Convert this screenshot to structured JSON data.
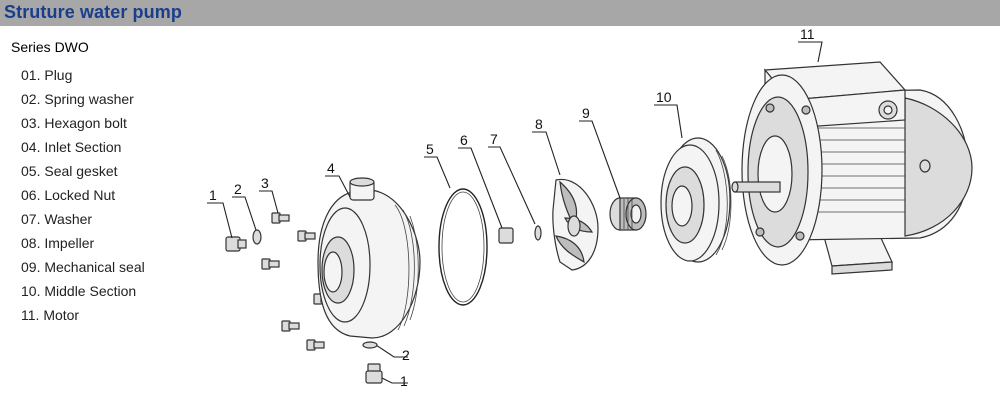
{
  "header": {
    "title": "Struture water pump"
  },
  "series": {
    "title": "Series DWO"
  },
  "parts": [
    {
      "label": "01. Plug"
    },
    {
      "label": "02. Spring washer"
    },
    {
      "label": "03. Hexagon bolt"
    },
    {
      "label": "04. Inlet Section"
    },
    {
      "label": "05. Seal gesket"
    },
    {
      "label": "06. Locked Nut"
    },
    {
      "label": "07. Washer"
    },
    {
      "label": "08. Impeller"
    },
    {
      "label": "09. Mechanical seal"
    },
    {
      "label": "10. Middle Section"
    },
    {
      "label": "11. Motor"
    }
  ],
  "callouts": {
    "c1a": "1",
    "c2a": "2",
    "c3": "3",
    "c4": "4",
    "c5": "5",
    "c6": "6",
    "c7": "7",
    "c8": "8",
    "c9": "9",
    "c10": "10",
    "c11": "11",
    "c2b": "2",
    "c1b": "1"
  },
  "colors": {
    "header_bg": "#a7a7a7",
    "header_text": "#1a3e8c"
  }
}
